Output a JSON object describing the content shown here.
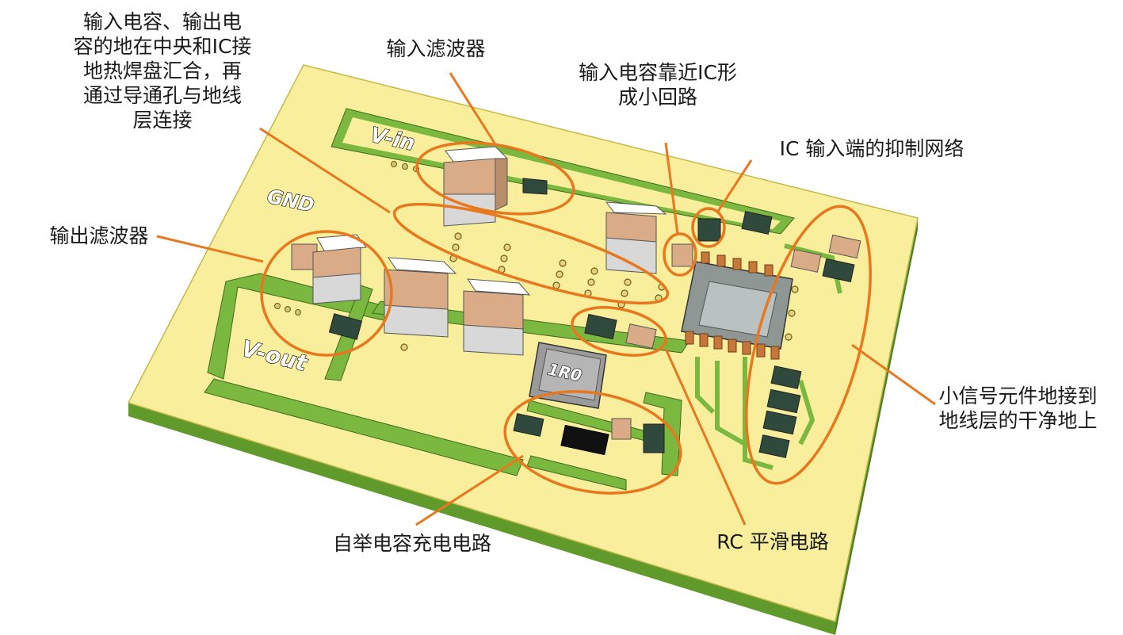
{
  "annotations": {
    "ground_merge": [
      "输入电容、输出电",
      "容的地在中央和IC接",
      "地热焊盘汇合，再",
      "通过导通孔与地线",
      "层连接"
    ],
    "input_filter": [
      "输入滤波器"
    ],
    "input_cap_loop": [
      "输入电容靠近IC形",
      "成小回路"
    ],
    "ic_suppression": [
      "IC 输入端的抑制网络"
    ],
    "output_filter": [
      "输出滤波器"
    ],
    "small_signal_ground": [
      "小信号元件地接到",
      "地线层的干净地上"
    ],
    "bootstrap": [
      "自举电容充电电路"
    ],
    "rc_smoothing": [
      "RC 平滑电路"
    ]
  },
  "board_labels": {
    "vin": "V-in",
    "gnd": "GND",
    "vout": "V-out",
    "inductor": "1R0"
  },
  "colors": {
    "board": "#f8ee9c",
    "board_edge": "#b0a830",
    "trace": "#7bb83f",
    "highlight": "#e8781e",
    "cap_body": "#d9ab87",
    "ic_body": "#9aa3a2"
  }
}
